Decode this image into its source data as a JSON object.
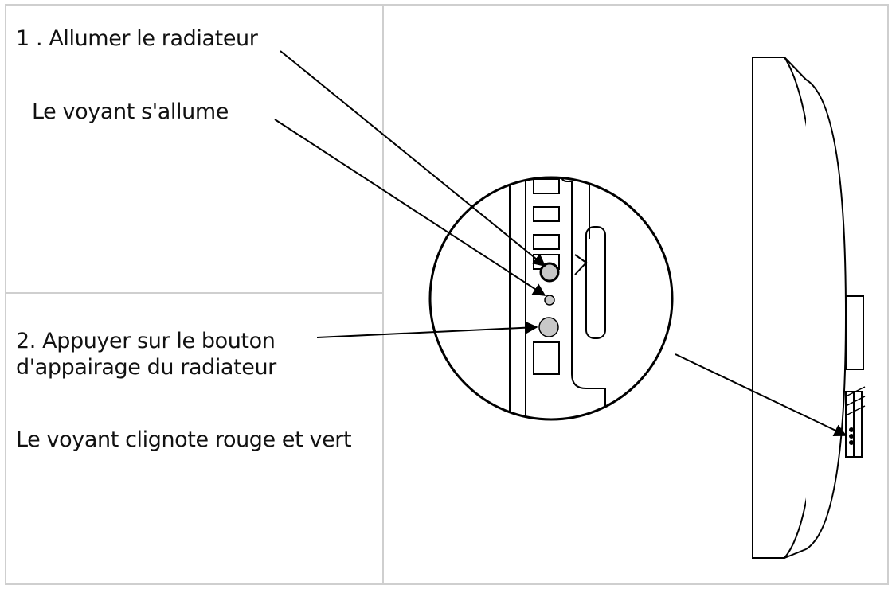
{
  "labels": {
    "step1": "1 . Allumer le radiateur",
    "led_on": "Le voyant s'allume",
    "step2": "2. Appuyer sur le bouton d'appairage du radiateur",
    "led_blink": "Le voyant clignote rouge et vert"
  },
  "colors": {
    "line": "#000000",
    "border": "#cfcfcf",
    "led": "#c8c8c8"
  }
}
